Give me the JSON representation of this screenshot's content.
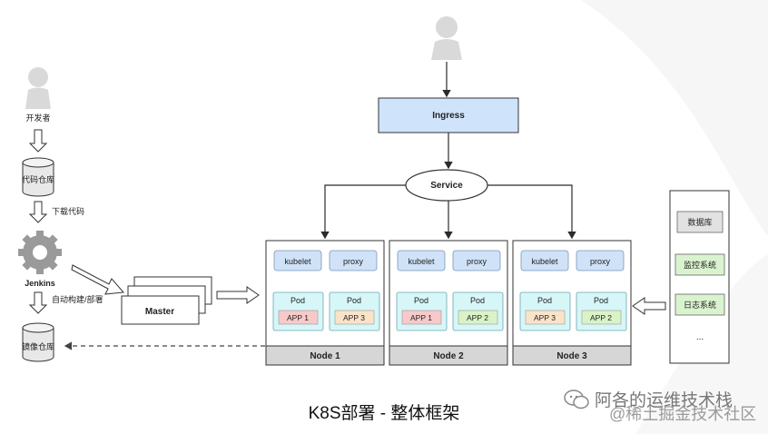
{
  "title": "K8S部署 - 整体框架",
  "watermark": {
    "line1": "阿各的运维技术栈",
    "line2": "@稀土掘金技术社区"
  },
  "pipeline": {
    "developer": "开发者",
    "code_repo": "代码仓库",
    "pull_code": "下载代码",
    "jenkins": "Jenkins",
    "auto_build": "自动构建/部署",
    "image_repo": "镜像仓库"
  },
  "master": "Master",
  "ingress": "Ingress",
  "service": "Service",
  "nodes": [
    {
      "name": "Node 1",
      "kubelet": "kubelet",
      "proxy": "proxy",
      "pods": [
        {
          "label": "Pod",
          "app": "APP 1",
          "app_color": "#f8c9c9"
        },
        {
          "label": "Pod",
          "app": "APP 3",
          "app_color": "#fbe3c7"
        }
      ]
    },
    {
      "name": "Node 2",
      "kubelet": "kubelet",
      "proxy": "proxy",
      "pods": [
        {
          "label": "Pod",
          "app": "APP 1",
          "app_color": "#f8c9c9"
        },
        {
          "label": "Pod",
          "app": "APP 2",
          "app_color": "#d9f2c6"
        }
      ]
    },
    {
      "name": "Node 3",
      "kubelet": "kubelet",
      "proxy": "proxy",
      "pods": [
        {
          "label": "Pod",
          "app": "APP 3",
          "app_color": "#fbe3c7"
        },
        {
          "label": "Pod",
          "app": "APP 2",
          "app_color": "#d9f2c6"
        }
      ]
    }
  ],
  "services_panel": {
    "items": [
      "数据库",
      "监控系统",
      "日志系统"
    ],
    "more": "..."
  },
  "colors": {
    "ingress_fill": "#cfe3fb",
    "component_fill": "#cfe2f8",
    "pod_fill": "#d6f6f8",
    "node_footer": "#d6d6d6",
    "db_fill": "#e2e2e2",
    "monitor_fill": "#d9f3cf",
    "log_fill": "#d9f3cf",
    "line": "#2b2b2b"
  }
}
